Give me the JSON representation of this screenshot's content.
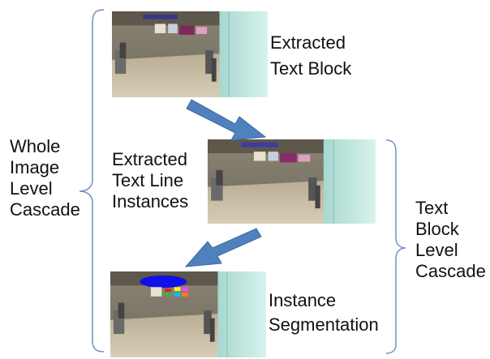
{
  "labels": {
    "whole_cascade": [
      "Whole",
      "Image",
      "Level",
      "Cascade"
    ],
    "block_cascade": [
      "Text",
      "Block",
      "Level",
      "Cascade"
    ],
    "step1": [
      "Extracted",
      "Text Block"
    ],
    "step2": [
      "Extracted",
      "Text Line",
      "Instances"
    ],
    "step3": [
      "Instance",
      "Segmentation"
    ]
  },
  "colors": {
    "arrow": "#4f81bd",
    "bracket": "#6d8fc6",
    "segmentation_mask": "#1010e8"
  }
}
